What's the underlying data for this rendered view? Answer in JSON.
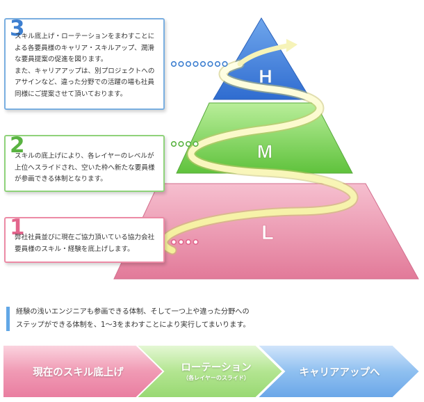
{
  "levels": [
    {
      "number": "3",
      "letter": "H",
      "text": "スキル底上げ・ローテーションをまわすことに\nよる各要員様のキャリア・スキルアップ、潤滑\nな要員提案の促進を図ります。\nまた、キャリアアップは、別プロジェクトへの\nアサインなど、違った分野での活躍の場も社員\n同様にご提案させて頂いております。",
      "dots": 8
    },
    {
      "number": "2",
      "letter": "M",
      "text": "スキルの底上げにより、各レイヤーのレベルが\n上位へスライドされ、空いた枠へ新たな要員様\nが参画できる体制となります。",
      "dots": 4
    },
    {
      "number": "1",
      "letter": "L",
      "text": "弊社社員並びに現在ご協力頂いている協力会社\n要員様のスキル・経験を底上げします。",
      "dots": 4
    }
  ],
  "note": "経験の浅いエンジニアも参画できる体制、そして一つ上や違った分野への\nステップができる体制を、1～3をまわすことにより実行してまいります。",
  "steps": [
    {
      "label": "現在のスキル底上げ",
      "sub": ""
    },
    {
      "label": "ローテーション",
      "sub": "（各レイヤーのスライド）"
    },
    {
      "label": "キャリアアップへ",
      "sub": ""
    }
  ],
  "colors": {
    "blue": "#3d7fd0",
    "green": "#59b341",
    "pink": "#e2658c"
  }
}
